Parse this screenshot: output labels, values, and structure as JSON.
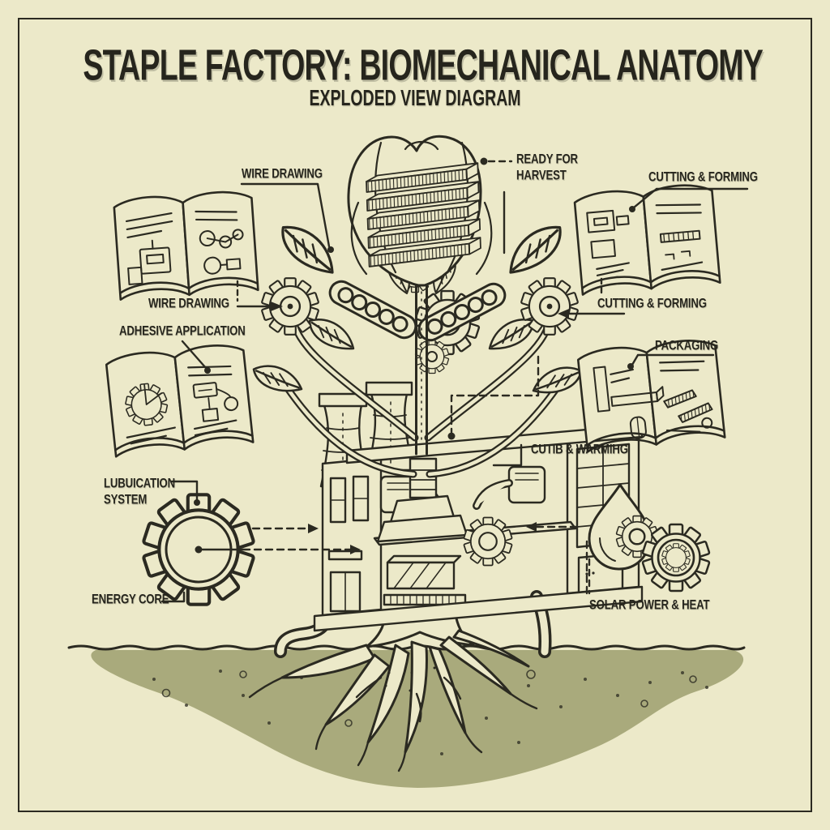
{
  "colors": {
    "background": "#ece9c9",
    "ink": "#2b2a21",
    "soil": "#a9aa7c",
    "title_ink": "#26251d"
  },
  "header": {
    "title": "STAPLE FACTORY: BIOMECHANICAL ANATOMY",
    "subtitle": "EXPLODED VIEW DIAGRAM"
  },
  "labels": {
    "wire_drawing_top": "WIRE DRAWING",
    "ready_for_harvest": {
      "line1": "READY FOR",
      "line2": "HARVEST"
    },
    "cutting_forming_top": "CUTTING & FORMING",
    "wire_drawing_caption": "WIRE DRAWING",
    "adhesive_application": "ADHESIVE APPLICATION",
    "cutting_forming_caption": "CUTTING & FORMING",
    "packaging": "PACKAGING",
    "cutting_warming": "CUTIB & WARMIHG",
    "lubrication_system": {
      "line1": "LUBUICATION",
      "line2": "SYSTEM"
    },
    "energy_core": "ENERGY CORE",
    "solar_power_heat": "SOLAR POWER & HEAT"
  },
  "diagram": {
    "elements": [
      "flower-bud-icon",
      "staple-stack-icon",
      "stem",
      "leaf-icon",
      "gear-icon",
      "conveyor-arm-icon",
      "factory-building-icon",
      "cooling-tower-icon",
      "book-manual-icon",
      "root-system-icon",
      "soil-mound",
      "water-droplet-icon",
      "dashed-connector-lines"
    ]
  }
}
